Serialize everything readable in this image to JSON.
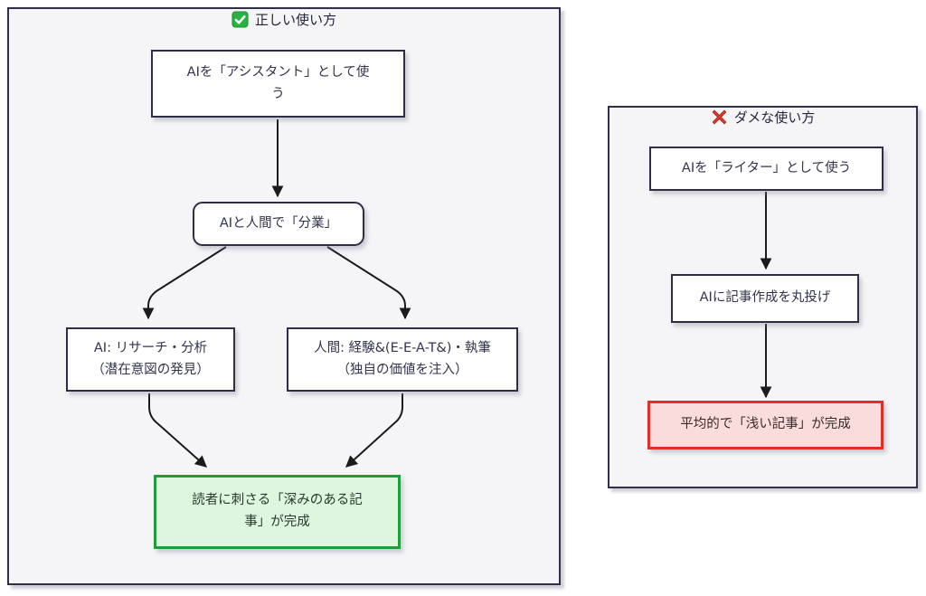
{
  "correct_panel": {
    "title": "正しい使い方",
    "icon": "check-icon",
    "nodes": {
      "assistant": "AIを「アシスタント」として使\nう",
      "division": "AIと人間で「分業」",
      "ai_role": "AI: リサーチ・分析\n（潜在意図の発見）",
      "human_role": "人間: 経験&(E-E-A-T&)・執筆\n（独自の価値を注入）",
      "result": "読者に刺さる「深みのある記\n事」が完成"
    }
  },
  "bad_panel": {
    "title": "ダメな使い方",
    "icon": "cross-icon",
    "nodes": {
      "writer": "AIを「ライター」として使う",
      "outsource": "AIに記事作成を丸投げ",
      "result": "平均的で「浅い記事」が完成"
    }
  },
  "colors": {
    "node_border": "#2e2e47",
    "panel_background": "#f5f5f7",
    "good_border": "#1f9d3b",
    "good_fill": "#ddf6dd",
    "bad_border": "#df2f26",
    "bad_fill": "#fbdcdc",
    "check_icon_green": "#26b343",
    "cross_icon_red": "#dd3a2a",
    "arrow": "#1b1b1b"
  }
}
